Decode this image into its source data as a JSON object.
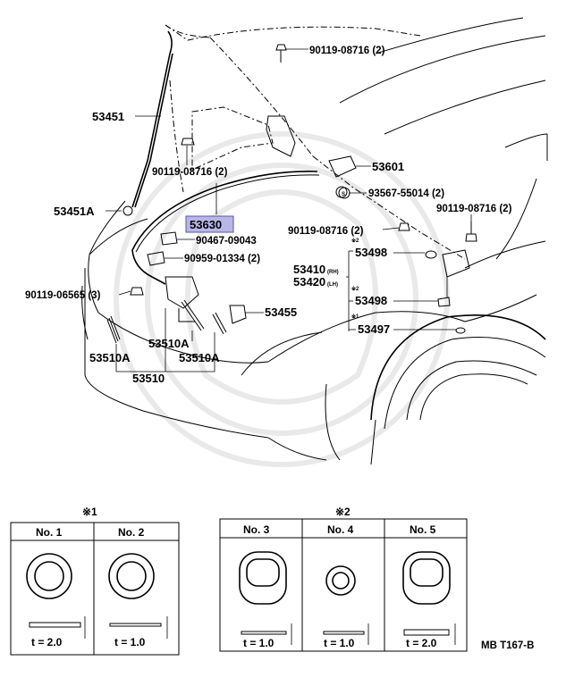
{
  "parts": {
    "p90119_08716_top": "90119-08716 (2)",
    "p53451": "53451",
    "p90119_08716_left": "90119-08716 (2)",
    "p53601": "53601",
    "p93567": "93567-55014 (2)",
    "p93567_symbol": "S",
    "p53451A": "53451A",
    "p53630": "53630",
    "p90467": "90467-09043",
    "p90959": "90959-01334 (2)",
    "p90119_06565": "90119-06565 (3)",
    "p53455": "53455",
    "p53510A_center": "53510A",
    "p53510A_left": "53510A",
    "p53510A_right": "53510A",
    "p53510": "53510",
    "p90119_08716_mid": "90119-08716 (2)",
    "p90119_08716_right": "90119-08716 (2)",
    "p53498_top": "53498",
    "p53498_mid": "53498",
    "p53410": "53410",
    "p53410_side": "(RH)",
    "p53420": "53420",
    "p53420_side": "(LH)",
    "p53497": "53497",
    "mark2_top": "※2",
    "mark2_mid": "※2",
    "mark1": "※1"
  },
  "table1": {
    "mark": "※1",
    "columns": [
      {
        "header": "No. 1",
        "thickness": "t = 2.0"
      },
      {
        "header": "No. 2",
        "thickness": "t = 1.0"
      }
    ]
  },
  "table2": {
    "mark": "※2",
    "columns": [
      {
        "header": "No. 3",
        "thickness": "t = 1.0"
      },
      {
        "header": "No. 4",
        "thickness": "t = 1.0"
      },
      {
        "header": "No. 5",
        "thickness": "t = 2.0"
      }
    ]
  },
  "diagram_code": "MB T167-B",
  "colors": {
    "highlight": "#b9b6e6",
    "line": "#000000",
    "watermark": "#e9e9e9"
  }
}
